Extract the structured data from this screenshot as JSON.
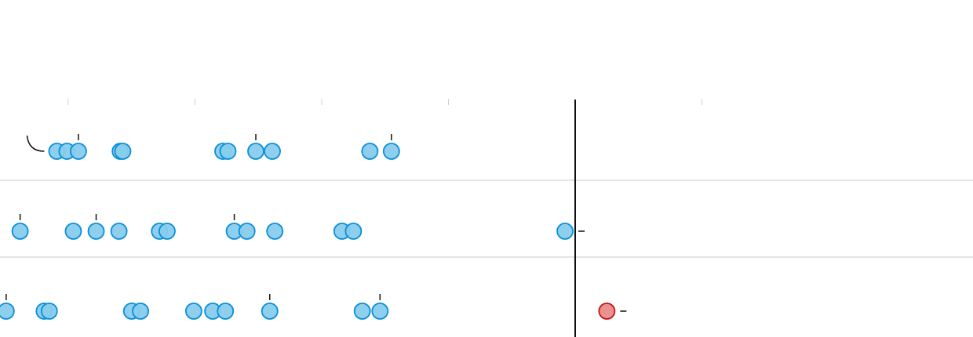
{
  "chart_data": {
    "type": "scatter",
    "title": "",
    "xlabel": "",
    "ylabel": "",
    "rows": 3,
    "x_range": [
      -4.2,
      3.5
    ],
    "x_ticks": [
      -2,
      -1,
      0,
      1,
      3
    ],
    "reference_x": 2,
    "grid": false,
    "legend": "none",
    "colors": {
      "point_fill": "#87ccec",
      "point_stroke": "#0a8fd8",
      "highlight_fill": "#ec8a8a",
      "highlight_stroke": "#c4141a"
    },
    "series": [
      {
        "row": 0,
        "points": [
          {
            "x": -2.09
          },
          {
            "x": -2.01
          },
          {
            "x": -1.92,
            "label_tick": true
          },
          {
            "x": -1.59
          },
          {
            "x": -1.57
          },
          {
            "x": -0.78
          },
          {
            "x": -0.74
          },
          {
            "x": -0.52,
            "label_tick": true
          },
          {
            "x": -0.39
          },
          {
            "x": 0.38
          },
          {
            "x": 0.55,
            "label_tick": true
          }
        ]
      },
      {
        "row": 1,
        "points": [
          {
            "x": -2.38,
            "label_tick": true
          },
          {
            "x": -1.96
          },
          {
            "x": -1.78,
            "label_tick": true
          },
          {
            "x": -1.6
          },
          {
            "x": -1.28
          },
          {
            "x": -1.22
          },
          {
            "x": -0.69,
            "label_tick": true
          },
          {
            "x": -0.59
          },
          {
            "x": -0.37
          },
          {
            "x": 0.16
          },
          {
            "x": 0.25
          },
          {
            "x": 1.92,
            "side_tick": true
          }
        ]
      },
      {
        "row": 2,
        "points": [
          {
            "x": -2.49,
            "label_tick": true
          },
          {
            "x": -2.19
          },
          {
            "x": -2.15
          },
          {
            "x": -1.5
          },
          {
            "x": -1.43
          },
          {
            "x": -1.01
          },
          {
            "x": -0.86
          },
          {
            "x": -0.76
          },
          {
            "x": -0.41,
            "label_tick": true
          },
          {
            "x": 0.32
          },
          {
            "x": 0.46,
            "label_tick": true
          },
          {
            "x": 2.25,
            "highlight": true,
            "side_tick": true
          }
        ]
      }
    ]
  }
}
